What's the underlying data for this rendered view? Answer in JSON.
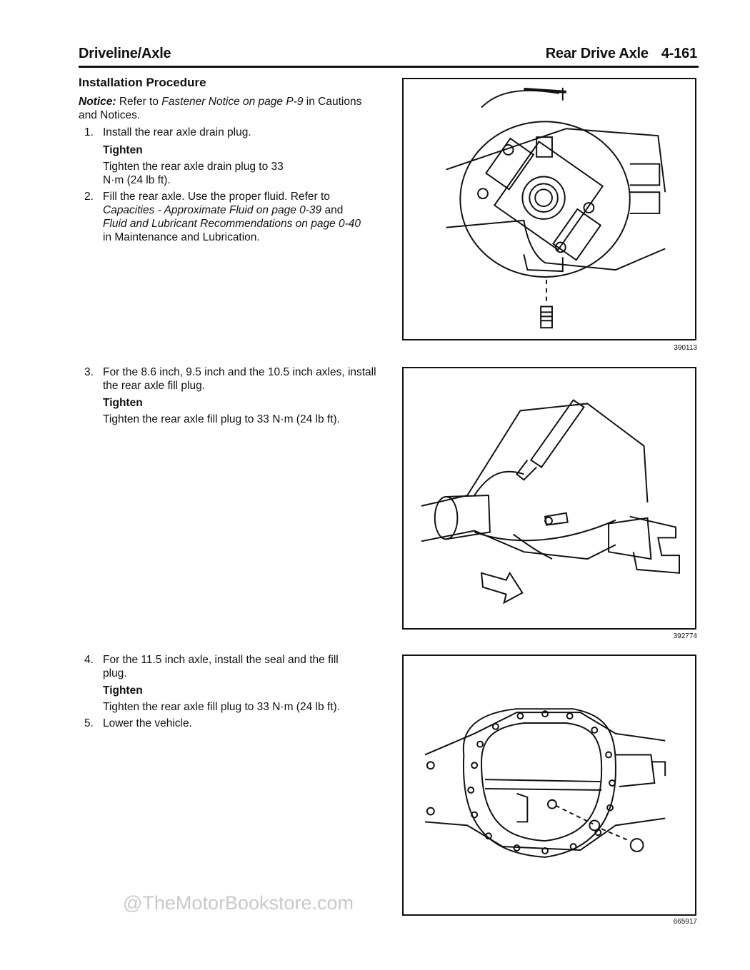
{
  "header": {
    "left": "Driveline/Axle",
    "section": "Rear Drive Axle",
    "page": "4-161"
  },
  "section_title": "Installation Procedure",
  "notice": {
    "label": "Notice:",
    "text_1": " Refer to ",
    "ref": "Fastener Notice on page P-9",
    "text_2": " in Cautions and Notices."
  },
  "steps": [
    {
      "num": "1.",
      "text": "Install the rear axle drain plug.",
      "tighten_label": "Tighten",
      "tighten_text": "Tighten the rear axle drain plug to 33 N·m (24 lb ft)."
    },
    {
      "num": "2.",
      "text_a": "Fill the rear axle. Use the proper fluid. Refer to",
      "ref_1": "Capacities - Approximate Fluid on page 0-39",
      "text_b": "and",
      "ref_2": "Fluid and Lubricant Recommendations on page 0-40",
      "text_c": " in Maintenance and Lubrication."
    },
    {
      "num": "3.",
      "text": "For the 8.6 inch, 9.5 inch and the 10.5 inch axles, install the rear axle fill plug.",
      "tighten_label": "Tighten",
      "tighten_text": "Tighten the rear axle fill plug to 33 N·m (24 lb ft)."
    },
    {
      "num": "4.",
      "text": "For the 11.5 inch axle, install the seal and the fill plug.",
      "tighten_label": "Tighten",
      "tighten_text": "Tighten the rear axle fill plug to 33 N·m (24 lb ft)."
    },
    {
      "num": "5.",
      "text": "Lower the vehicle."
    }
  ],
  "figures": [
    {
      "id": "390113"
    },
    {
      "id": "392774"
    },
    {
      "id": "665917"
    }
  ],
  "watermark": "@TheMotorBookstore.com"
}
